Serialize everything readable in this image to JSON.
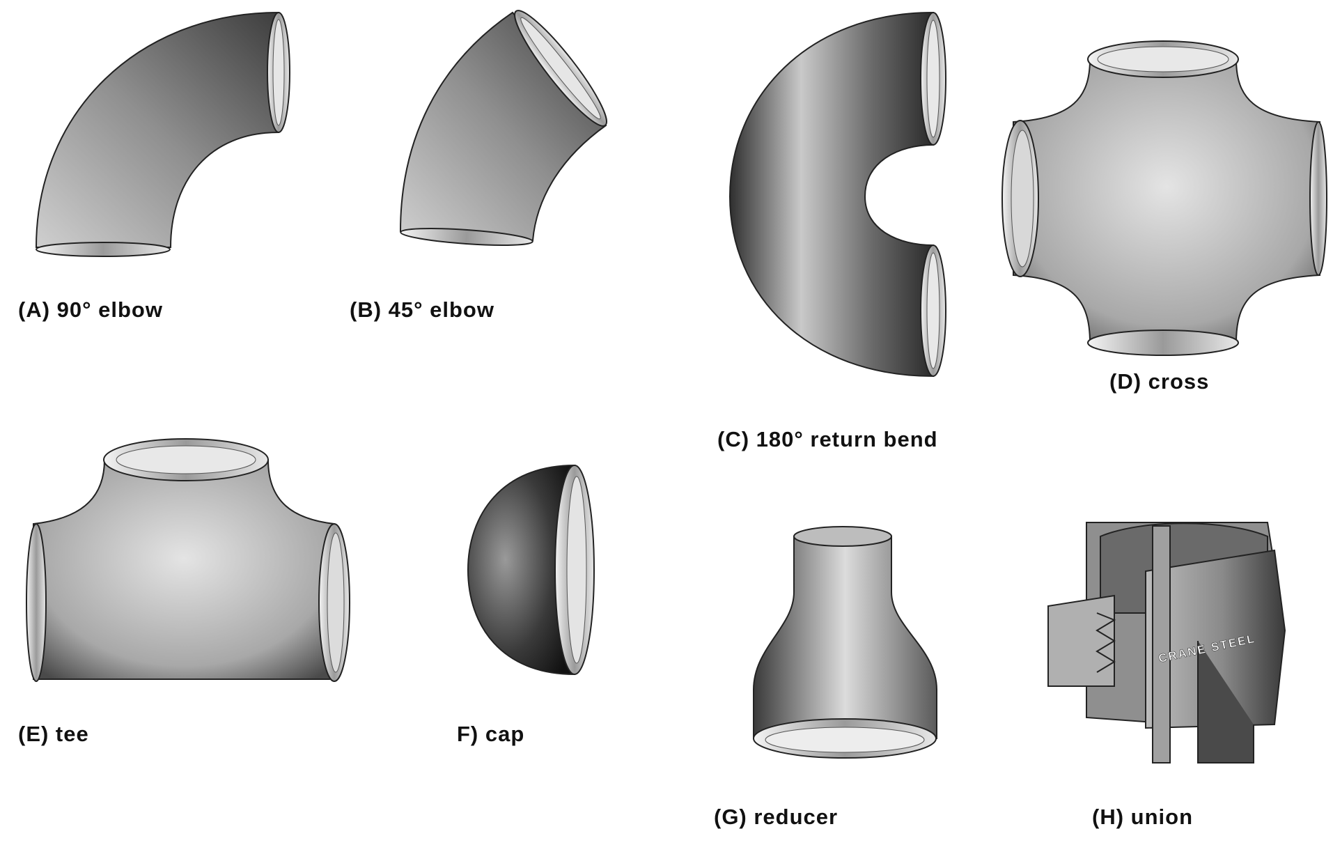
{
  "figure": {
    "captions": {
      "a": "(A) 90° elbow",
      "b": "(B) 45° elbow",
      "c": "(C) 180° return bend",
      "d": "(D) cross",
      "e": "(E) tee",
      "f": "F) cap",
      "g": "(G) reducer",
      "h": "(H) union"
    },
    "union_marking": "CRANE STEEL"
  },
  "colors": {
    "metal_light": "#dcdcdc",
    "metal_mid": "#9a9a9a",
    "metal_dark": "#2a2a2a",
    "ink": "#111111"
  }
}
